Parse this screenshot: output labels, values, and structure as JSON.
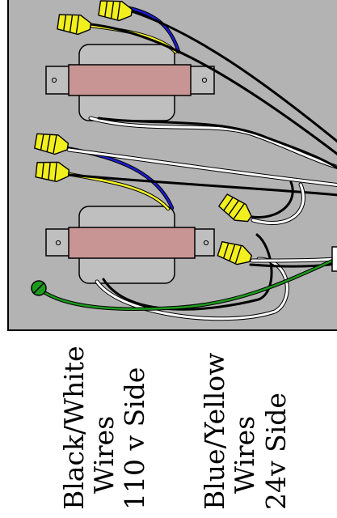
{
  "diagram": {
    "panel_color": "#b3b3b3",
    "transformer_core_color": "#bfbfbf",
    "transformer_coil_color": "#c89594",
    "wire_colors": {
      "black": "#000000",
      "white": "#ffffff",
      "blue": "#1c1ccc",
      "yellow": "#f7f72a",
      "green": "#1e9a1e"
    },
    "wire_nut_color": "#f2ef1e",
    "labels": {
      "group_110v": [
        "Black/White",
        "Wires",
        "110 v Side"
      ],
      "group_24v": [
        "Blue/Yellow",
        "Wires",
        "24v Side"
      ]
    }
  }
}
